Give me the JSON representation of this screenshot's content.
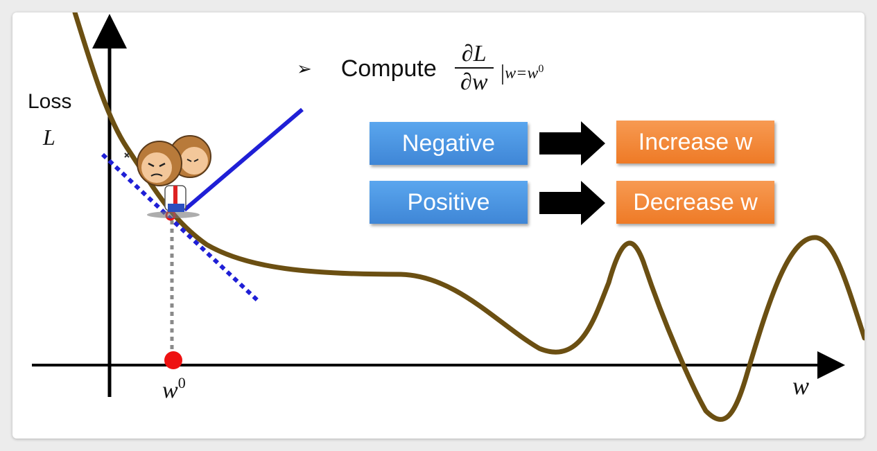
{
  "labels": {
    "loss_word": "Loss",
    "loss_symbol": "L",
    "w_axis": "w",
    "w0_base": "w",
    "w0_sup": "0"
  },
  "compute": {
    "bullet": "➢",
    "text": "Compute",
    "numerator": "∂L",
    "denominator": "∂w",
    "condition": "w=w",
    "condition_sup": "0"
  },
  "rules": [
    {
      "condition": "Negative",
      "action": "Increase w"
    },
    {
      "condition": "Positive",
      "action": "Decrease w"
    }
  ],
  "colors": {
    "curve": "#6b4f12",
    "tangent": "#1f1fd6",
    "point": "#ee1111",
    "axis": "#000000",
    "condition_box": "#4a93e2",
    "action_box": "#f08a3a"
  },
  "icons": [
    "arrow-right-icon",
    "character-sprite-icon"
  ]
}
